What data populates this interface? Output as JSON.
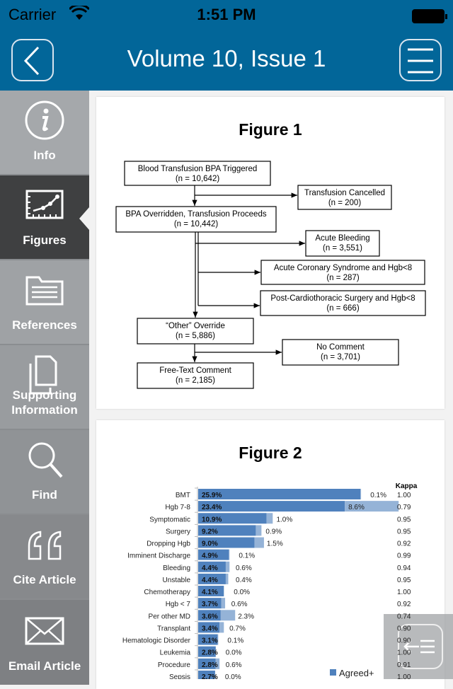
{
  "status": {
    "carrier": "Carrier",
    "time": "1:51 PM"
  },
  "header": {
    "title": "Volume 10, Issue 1",
    "back_icon": "chevron-left-icon",
    "menu_icon": "hamburger-icon"
  },
  "sidebar": {
    "items": [
      {
        "label": "Info",
        "icon": "info-icon"
      },
      {
        "label": "Figures",
        "icon": "chart-icon",
        "active": true
      },
      {
        "label": "References",
        "icon": "folder-icon"
      },
      {
        "label": "Supporting Information",
        "icon": "documents-icon"
      },
      {
        "label": "Find",
        "icon": "search-icon"
      },
      {
        "label": "Cite Article",
        "icon": "quote-icon"
      },
      {
        "label": "Email Article",
        "icon": "envelope-icon"
      }
    ]
  },
  "figure1": {
    "title": "Figure 1",
    "boxes": [
      {
        "line1": "Blood Transfusion BPA Triggered",
        "line2": "(n = 10,642)"
      },
      {
        "line1": "Transfusion Cancelled",
        "line2": "(n = 200)"
      },
      {
        "line1": "BPA Overridden, Transfusion Proceeds",
        "line2": "(n = 10,442)"
      },
      {
        "line1": "Acute Bleeding",
        "line2": "(n = 3,551)"
      },
      {
        "line1": "Acute Coronary Syndrome and Hgb<8",
        "line2": "(n = 287)"
      },
      {
        "line1": "Post-Cardiothoracic Surgery and Hgb<8",
        "line2": "(n = 666)"
      },
      {
        "line1": "“Other” Override",
        "line2": "(n = 5,886)"
      },
      {
        "line1": "No Comment",
        "line2": "(n = 3,701)"
      },
      {
        "line1": "Free-Text Comment",
        "line2": "(n = 2,185)"
      }
    ]
  },
  "figure2": {
    "title": "Figure 2"
  },
  "chart_data": {
    "type": "bar",
    "stacked": true,
    "orientation": "horizontal",
    "categories": [
      "BMT",
      "Hgb 7-8",
      "Symptomatic",
      "Surgery",
      "Dropping Hgb",
      "Imminent Discharge",
      "Bleeding",
      "Unstable",
      "Chemotherapy",
      "Hgb < 7",
      "Per other MD",
      "Transplant",
      "Hematologic Disorder",
      "Leukemia",
      "Procedure",
      "Sepsis"
    ],
    "series": [
      {
        "name": "Agreed+",
        "color": "#4f81bd",
        "values": [
          25.9,
          23.4,
          10.9,
          9.2,
          9.0,
          4.9,
          4.4,
          4.4,
          4.1,
          3.7,
          3.6,
          3.4,
          3.1,
          2.8,
          2.8,
          2.7
        ]
      },
      {
        "color": "#95b3d7",
        "values": [
          0.1,
          8.6,
          1.0,
          0.9,
          1.5,
          0.1,
          0.6,
          0.4,
          0.0,
          0.6,
          2.3,
          0.7,
          0.1,
          0.0,
          0.6,
          0.0
        ]
      }
    ],
    "kappa_header": "Kappa",
    "kappa": [
      "1.00",
      "0.79",
      "0.95",
      "0.95",
      "0.92",
      "0.99",
      "0.94",
      "0.95",
      "1.00",
      "0.92",
      "0.74",
      "0.90",
      "0.90",
      "1.00",
      "0.91",
      "1.00"
    ],
    "legend": "Agreed+",
    "unit": "%"
  },
  "fab": {
    "icon": "back-to-list-icon"
  }
}
